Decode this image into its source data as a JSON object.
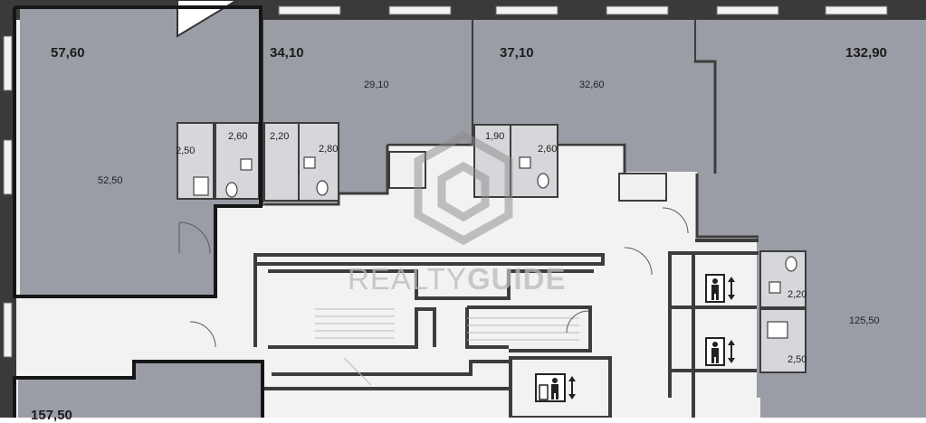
{
  "units": {
    "unit_a": {
      "total": "57,60",
      "room": "52,50",
      "bath1": "2,50",
      "bath2": "2,60"
    },
    "unit_b": {
      "total": "34,10",
      "room": "29,10",
      "bath1": "2,20",
      "bath2": "2,80"
    },
    "unit_c": {
      "total": "37,10",
      "room": "32,60",
      "bath1": "1,90",
      "bath2": "2,60"
    },
    "unit_d": {
      "total": "132,90",
      "room": "125,50",
      "bath1": "2,20",
      "bath2": "2,50"
    },
    "unit_e": {
      "total": "157,50"
    }
  },
  "watermark": {
    "brand_light": "REALTY",
    "brand_bold": "GUIDE"
  },
  "colors": {
    "unit_fill": "#9a9da5",
    "selected_outline": "#1a1a1a",
    "wall": "#3d3d3d",
    "corridor": "#f4f4f4"
  },
  "icons": [
    "elevator-icon",
    "elevator-icon",
    "freight-elevator-icon",
    "north-arrow-icon",
    "toilet-icon"
  ]
}
